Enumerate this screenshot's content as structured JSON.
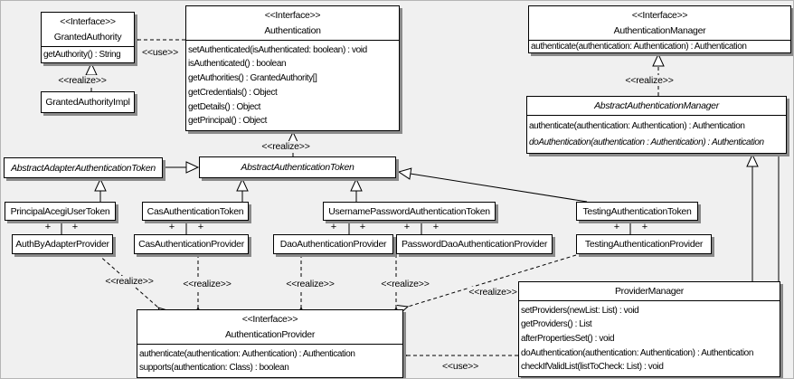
{
  "labels": {
    "realize": "<<realize>>",
    "use": "<<use>>",
    "plus": "+"
  },
  "classes": {
    "granted_authority": {
      "stereotype": "<<Interface>>",
      "name": "GrantedAuthority",
      "methods": [
        "getAuthority() : String"
      ]
    },
    "granted_authority_impl": {
      "name": "GrantedAuthorityImpl"
    },
    "authentication": {
      "stereotype": "<<Interface>>",
      "name": "Authentication",
      "methods": [
        "setAuthenticated(isAuthenticated: boolean) : void",
        "isAuthenticated() : boolean",
        "getAuthorities() : GrantedAuthority[]",
        "getCredentials() : Object",
        "getDetails() : Object",
        "getPrincipal() : Object"
      ]
    },
    "authentication_manager": {
      "stereotype": "<<Interface>>",
      "name": "AuthenticationManager",
      "methods": [
        "authenticate(authentication: Authentication) : Authentication"
      ]
    },
    "abstract_authentication_manager": {
      "name": "AbstractAuthenticationManager",
      "methods": [
        "authenticate(authentication: Authentication) : Authentication",
        "doAuthentication(authentication : Authentication) : Authentication"
      ]
    },
    "abstract_adapter_authentication_token": {
      "name": "AbstractAdapterAuthenticationToken"
    },
    "abstract_authentication_token": {
      "name": "AbstractAuthenticationToken"
    },
    "principal_acegi_user_token": {
      "name": "PrincipalAcegiUserToken"
    },
    "cas_authentication_token": {
      "name": "CasAuthenticationToken"
    },
    "username_password_authentication_token": {
      "name": "UsernamePasswordAuthenticationToken"
    },
    "testing_authentication_token": {
      "name": "TestingAuthenticationToken"
    },
    "auth_by_adapter_provider": {
      "name": "AuthByAdapterProvider"
    },
    "cas_authentication_provider": {
      "name": "CasAuthenticationProvider"
    },
    "dao_authentication_provider": {
      "name": "DaoAuthenticationProvider"
    },
    "password_dao_authentication_provider": {
      "name": "PasswordDaoAuthenticationProvider"
    },
    "testing_authentication_provider": {
      "name": "TestingAuthenticationProvider"
    },
    "authentication_provider": {
      "stereotype": "<<Interface>>",
      "name": "AuthenticationProvider",
      "methods": [
        "authenticate(authentication: Authentication) : Authentication",
        "supports(authentication: Class) : boolean"
      ]
    },
    "provider_manager": {
      "name": "ProviderManager",
      "methods": [
        "setProviders(newList: List) : void",
        "getProviders() : List",
        "afterPropertiesSet() : void",
        "doAuthentication(authentication: Authentication) : Authentication",
        "checkIfValidList(listToCheck: List) : void"
      ]
    }
  },
  "relationships": [
    {
      "from": "GrantedAuthorityImpl",
      "to": "GrantedAuthority",
      "type": "realize"
    },
    {
      "from": "Authentication",
      "to": "GrantedAuthority",
      "type": "use"
    },
    {
      "from": "AbstractAuthenticationToken",
      "to": "Authentication",
      "type": "realize"
    },
    {
      "from": "AbstractAuthenticationManager",
      "to": "AuthenticationManager",
      "type": "realize"
    },
    {
      "from": "AbstractAdapterAuthenticationToken",
      "to": "AbstractAuthenticationToken",
      "type": "generalization"
    },
    {
      "from": "PrincipalAcegiUserToken",
      "to": "AbstractAdapterAuthenticationToken",
      "type": "generalization"
    },
    {
      "from": "CasAuthenticationToken",
      "to": "AbstractAuthenticationToken",
      "type": "generalization"
    },
    {
      "from": "UsernamePasswordAuthenticationToken",
      "to": "AbstractAuthenticationToken",
      "type": "generalization"
    },
    {
      "from": "TestingAuthenticationToken",
      "to": "AbstractAuthenticationToken",
      "type": "generalization"
    },
    {
      "from": "ProviderManager",
      "to": "AbstractAuthenticationManager",
      "type": "generalization"
    },
    {
      "from": "PrincipalAcegiUserToken",
      "to": "AuthByAdapterProvider",
      "type": "association"
    },
    {
      "from": "CasAuthenticationToken",
      "to": "CasAuthenticationProvider",
      "type": "association"
    },
    {
      "from": "UsernamePasswordAuthenticationToken",
      "to": "DaoAuthenticationProvider",
      "type": "association"
    },
    {
      "from": "UsernamePasswordAuthenticationToken",
      "to": "PasswordDaoAuthenticationProvider",
      "type": "association"
    },
    {
      "from": "TestingAuthenticationToken",
      "to": "TestingAuthenticationProvider",
      "type": "association"
    },
    {
      "from": "AuthByAdapterProvider",
      "to": "AuthenticationProvider",
      "type": "realize"
    },
    {
      "from": "CasAuthenticationProvider",
      "to": "AuthenticationProvider",
      "type": "realize"
    },
    {
      "from": "DaoAuthenticationProvider",
      "to": "AuthenticationProvider",
      "type": "realize"
    },
    {
      "from": "PasswordDaoAuthenticationProvider",
      "to": "AuthenticationProvider",
      "type": "realize"
    },
    {
      "from": "TestingAuthenticationProvider",
      "to": "AuthenticationProvider",
      "type": "realize"
    },
    {
      "from": "ProviderManager",
      "to": "AuthenticationProvider",
      "type": "use"
    }
  ]
}
